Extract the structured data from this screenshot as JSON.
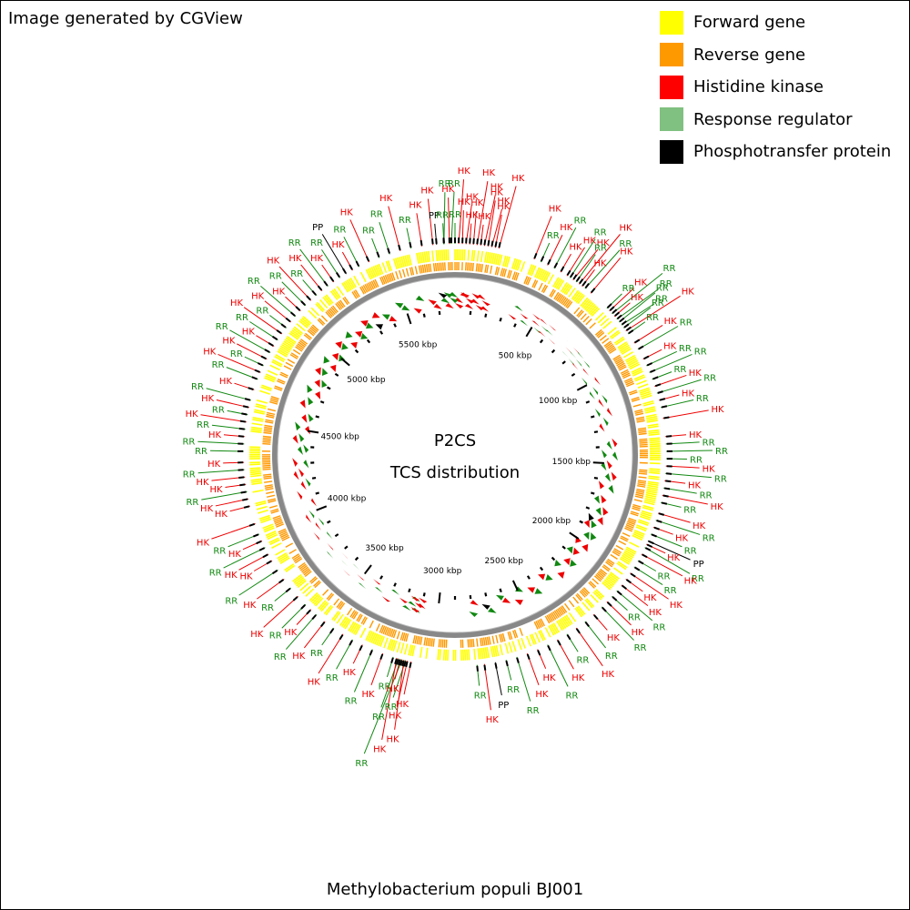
{
  "header": {
    "credit": "Image generated by CGView"
  },
  "footer": {
    "organism": "Methylobacterium populi BJ001"
  },
  "center": {
    "line1": "P2CS",
    "line2": "TCS distribution"
  },
  "legend": [
    {
      "label": "Forward gene",
      "color": "#ffff00"
    },
    {
      "label": "Reverse gene",
      "color": "#ff9900"
    },
    {
      "label": "Histidine kinase",
      "color": "#ff0000"
    },
    {
      "label": "Response regulator",
      "color": "#80c080"
    },
    {
      "label": "Phosphotransfer protein",
      "color": "#000000"
    }
  ],
  "colors": {
    "hk": "#ee0000",
    "rr": "#118811",
    "pp": "#000000",
    "forward": "#ffff00",
    "reverse": "#ff9900",
    "backbone": "#888888"
  },
  "chart_data": {
    "type": "circular-genome-map",
    "ticks": [
      {
        "label": "500 kbp",
        "kbp": 500
      },
      {
        "label": "1000 kbp",
        "kbp": 1000
      },
      {
        "label": "1500 kbp",
        "kbp": 1500
      },
      {
        "label": "2000 kbp",
        "kbp": 2000
      },
      {
        "label": "2500 kbp",
        "kbp": 2500
      },
      {
        "label": "3000 kbp",
        "kbp": 3000
      },
      {
        "label": "3500 kbp",
        "kbp": 3500
      },
      {
        "label": "4000 kbp",
        "kbp": 4000
      },
      {
        "label": "4500 kbp",
        "kbp": 4500
      },
      {
        "label": "5000 kbp",
        "kbp": 5000
      },
      {
        "label": "5500 kbp",
        "kbp": 5500
      }
    ],
    "genome_kbp": 5800,
    "features": [
      {
        "t": "HK",
        "a": 4
      },
      {
        "t": "HK",
        "a": 5
      },
      {
        "t": "HK",
        "a": 6
      },
      {
        "t": "HK",
        "a": 7
      },
      {
        "t": "HK",
        "a": 8
      },
      {
        "t": "HK",
        "a": 9
      },
      {
        "t": "HK",
        "a": 10
      },
      {
        "t": "HK",
        "a": 11
      },
      {
        "t": "HK",
        "a": 12
      },
      {
        "t": "HK",
        "a": 3
      },
      {
        "t": "HK",
        "a": 2
      },
      {
        "t": "HK",
        "a": 1
      },
      {
        "t": "RR",
        "a": 0
      },
      {
        "t": "RR",
        "a": -1
      },
      {
        "t": "HK",
        "a": -1.5
      },
      {
        "t": "PP",
        "a": -5
      },
      {
        "t": "RR",
        "a": -3
      },
      {
        "t": "HK",
        "a": 22
      },
      {
        "t": "RR",
        "a": 24
      },
      {
        "t": "HK",
        "a": 26
      },
      {
        "t": "RR",
        "a": 28
      },
      {
        "t": "HK",
        "a": 30
      },
      {
        "t": "HK",
        "a": 32
      },
      {
        "t": "RR",
        "a": 33
      },
      {
        "t": "HK",
        "a": 34
      },
      {
        "t": "RR",
        "a": 35
      },
      {
        "t": "HK",
        "a": 36
      },
      {
        "t": "HK",
        "a": 37
      },
      {
        "t": "RR",
        "a": 38
      },
      {
        "t": "HK",
        "a": 40
      },
      {
        "t": "RR",
        "a": 46
      },
      {
        "t": "HK",
        "a": 47
      },
      {
        "t": "RR",
        "a": 48
      },
      {
        "t": "HK",
        "a": 49
      },
      {
        "t": "RR",
        "a": 50
      },
      {
        "t": "RR",
        "a": 51
      },
      {
        "t": "RR",
        "a": 52
      },
      {
        "t": "RR",
        "a": 53
      },
      {
        "t": "HK",
        "a": 54
      },
      {
        "t": "RR",
        "a": 55
      },
      {
        "t": "HK",
        "a": 58
      },
      {
        "t": "RR",
        "a": 60
      },
      {
        "t": "HK",
        "a": 63
      },
      {
        "t": "RR",
        "a": 65
      },
      {
        "t": "RR",
        "a": 67
      },
      {
        "t": "RR",
        "a": 69
      },
      {
        "t": "HK",
        "a": 71
      },
      {
        "t": "RR",
        "a": 73
      },
      {
        "t": "HK",
        "a": 75
      },
      {
        "t": "RR",
        "a": 77
      },
      {
        "t": "HK",
        "a": 80
      },
      {
        "t": "HK",
        "a": 85
      },
      {
        "t": "RR",
        "a": 87
      },
      {
        "t": "RR",
        "a": 89
      },
      {
        "t": "RR",
        "a": 91
      },
      {
        "t": "HK",
        "a": 93
      },
      {
        "t": "RR",
        "a": 95
      },
      {
        "t": "HK",
        "a": 97
      },
      {
        "t": "RR",
        "a": 99
      },
      {
        "t": "HK",
        "a": 101
      },
      {
        "t": "RR",
        "a": 103
      },
      {
        "t": "HK",
        "a": 106
      },
      {
        "t": "RR",
        "a": 108
      },
      {
        "t": "HK",
        "a": 110
      },
      {
        "t": "RR",
        "a": 112
      },
      {
        "t": "PP",
        "a": 114
      },
      {
        "t": "HK",
        "a": 115
      },
      {
        "t": "RR",
        "a": 116
      },
      {
        "t": "HK",
        "a": 118
      },
      {
        "t": "RR",
        "a": 120
      },
      {
        "t": "RR",
        "a": 122
      },
      {
        "t": "HK",
        "a": 124
      },
      {
        "t": "HK",
        "a": 126
      },
      {
        "t": "HK",
        "a": 128
      },
      {
        "t": "RR",
        "a": 130
      },
      {
        "t": "RR",
        "a": 132
      },
      {
        "t": "HK",
        "a": 134
      },
      {
        "t": "RR",
        "a": 136
      },
      {
        "t": "HK",
        "a": 139
      },
      {
        "t": "RR",
        "a": 142
      },
      {
        "t": "HK",
        "a": 145
      },
      {
        "t": "RR",
        "a": 148
      },
      {
        "t": "HK",
        "a": 151
      },
      {
        "t": "RR",
        "a": 154
      },
      {
        "t": "HK",
        "a": 157
      },
      {
        "t": "HK",
        "a": 160
      },
      {
        "t": "RR",
        "a": 163
      },
      {
        "t": "RR",
        "a": 166
      },
      {
        "t": "PP",
        "a": 169
      },
      {
        "t": "HK",
        "a": 172
      },
      {
        "t": "RR",
        "a": 174
      },
      {
        "t": "HK",
        "a": 192
      },
      {
        "t": "HK",
        "a": 193
      },
      {
        "t": "RR",
        "a": 193.5
      },
      {
        "t": "HK",
        "a": 194
      },
      {
        "t": "RR",
        "a": 194.5
      },
      {
        "t": "HK",
        "a": 195
      },
      {
        "t": "RR",
        "a": 195.5
      },
      {
        "t": "HK",
        "a": 196
      },
      {
        "t": "RR",
        "a": 197
      },
      {
        "t": "HK",
        "a": 200
      },
      {
        "t": "RR",
        "a": 203
      },
      {
        "t": "HK",
        "a": 206
      },
      {
        "t": "RR",
        "a": 209
      },
      {
        "t": "HK",
        "a": 212
      },
      {
        "t": "RR",
        "a": 215
      },
      {
        "t": "HK",
        "a": 218
      },
      {
        "t": "RR",
        "a": 221
      },
      {
        "t": "HK",
        "a": 223
      },
      {
        "t": "RR",
        "a": 225
      },
      {
        "t": "HK",
        "a": 228
      },
      {
        "t": "RR",
        "a": 231
      },
      {
        "t": "HK",
        "a": 234
      },
      {
        "t": "RR",
        "a": 237
      },
      {
        "t": "HK",
        "a": 240
      },
      {
        "t": "HK",
        "a": 242
      },
      {
        "t": "RR",
        "a": 244
      },
      {
        "t": "HK",
        "a": 246
      },
      {
        "t": "RR",
        "a": 248
      },
      {
        "t": "HK",
        "a": 251
      },
      {
        "t": "HK",
        "a": 256
      },
      {
        "t": "HK",
        "a": 258
      },
      {
        "t": "RR",
        "a": 260
      },
      {
        "t": "HK",
        "a": 262
      },
      {
        "t": "HK",
        "a": 264
      },
      {
        "t": "RR",
        "a": 266
      },
      {
        "t": "HK",
        "a": 268
      },
      {
        "t": "RR",
        "a": 271
      },
      {
        "t": "RR",
        "a": 273
      },
      {
        "t": "HK",
        "a": 275
      },
      {
        "t": "RR",
        "a": 277
      },
      {
        "t": "HK",
        "a": 279
      },
      {
        "t": "RR",
        "a": 281
      },
      {
        "t": "HK",
        "a": 283
      },
      {
        "t": "RR",
        "a": 285
      },
      {
        "t": "HK",
        "a": 288
      },
      {
        "t": "RR",
        "a": 291
      },
      {
        "t": "HK",
        "a": 293
      },
      {
        "t": "RR",
        "a": 295
      },
      {
        "t": "HK",
        "a": 297
      },
      {
        "t": "RR",
        "a": 299
      },
      {
        "t": "HK",
        "a": 301
      },
      {
        "t": "RR",
        "a": 303
      },
      {
        "t": "HK",
        "a": 305
      },
      {
        "t": "RR",
        "a": 307
      },
      {
        "t": "HK",
        "a": 309
      },
      {
        "t": "RR",
        "a": 311
      },
      {
        "t": "HK",
        "a": 313
      },
      {
        "t": "RR",
        "a": 315
      },
      {
        "t": "HK",
        "a": 317
      },
      {
        "t": "RR",
        "a": 319
      },
      {
        "t": "HK",
        "a": 321
      },
      {
        "t": "RR",
        "a": 323
      },
      {
        "t": "HK",
        "a": 325
      },
      {
        "t": "RR",
        "a": 327
      },
      {
        "t": "PP",
        "a": 329
      },
      {
        "t": "HK",
        "a": 331
      },
      {
        "t": "RR",
        "a": 333
      },
      {
        "t": "HK",
        "a": 336
      },
      {
        "t": "RR",
        "a": 339
      },
      {
        "t": "RR",
        "a": 342
      },
      {
        "t": "HK",
        "a": 345
      },
      {
        "t": "RR",
        "a": 348
      },
      {
        "t": "HK",
        "a": 351
      },
      {
        "t": "HK",
        "a": 354
      },
      {
        "t": "RR",
        "a": 357
      }
    ]
  }
}
